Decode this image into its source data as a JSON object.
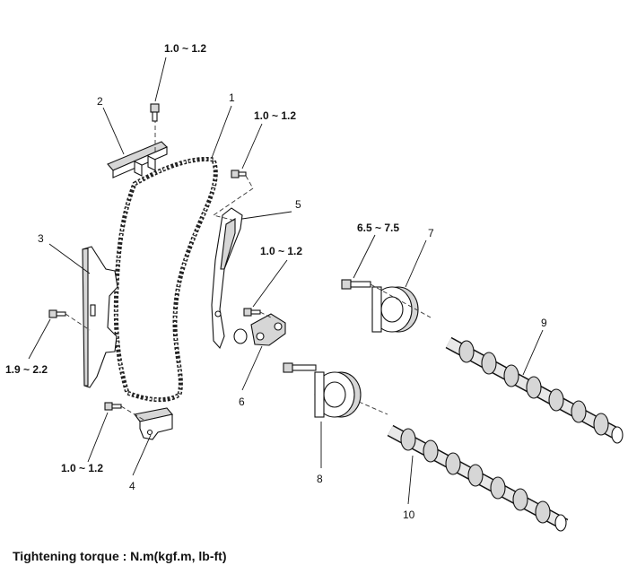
{
  "torque_labels": {
    "chain_guide_bolt": "1.0 ~ 1.2",
    "tensioner_arm_bolt": "1.0 ~ 1.2",
    "auto_tensioner_bolts": "1.0 ~ 1.2",
    "cvvt_bolt": "6.5 ~ 7.5",
    "chain_guide_lower_bolt": "1.9 ~ 2.2",
    "lower_guide_bolt": "1.0 ~ 1.2"
  },
  "callouts": [
    "1",
    "2",
    "3",
    "4",
    "5",
    "6",
    "7",
    "8",
    "9",
    "10"
  ],
  "footer_note": "Tightening torque : N.m(kgf.m, lb-ft)"
}
